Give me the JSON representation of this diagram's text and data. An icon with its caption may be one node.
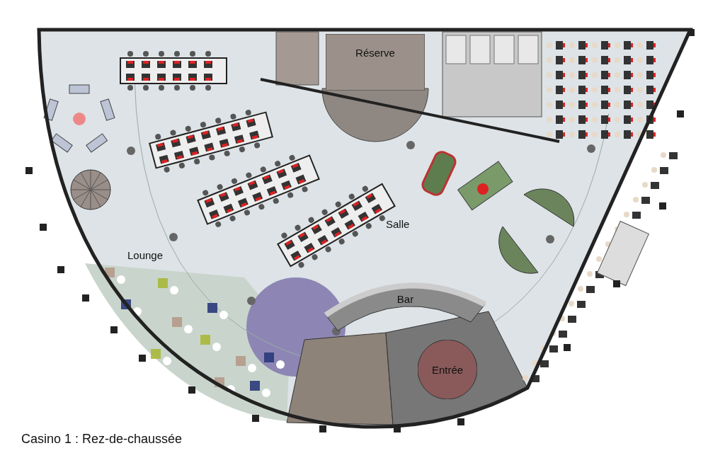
{
  "diagram": {
    "caption": "Casino 1 : Rez-de-chaussée",
    "nodes": [
      {
        "text": [
          "Réserve"
        ]
      },
      {
        "text": [
          "Bar"
        ]
      },
      {
        "text": [
          "Entrée"
        ]
      }
    ],
    "labels": [
      "Lounge",
      "Salle"
    ]
  }
}
